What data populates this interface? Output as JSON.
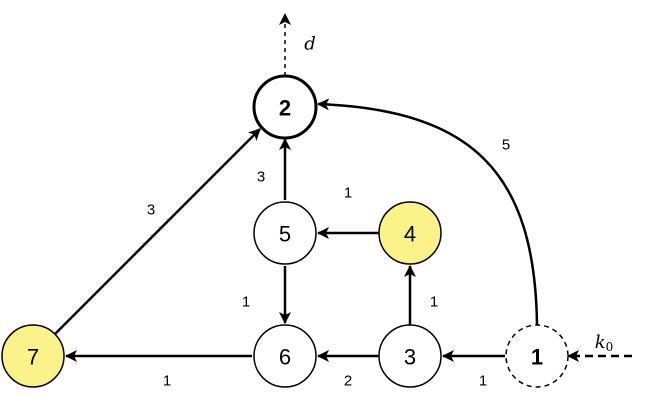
{
  "nodes": [
    {
      "id": "1",
      "label": "1",
      "fill": "#ffffff",
      "style": "dashed",
      "bold": true
    },
    {
      "id": "2",
      "label": "2",
      "fill": "#ffffff",
      "style": "thick",
      "bold": true
    },
    {
      "id": "3",
      "label": "3",
      "fill": "#ffffff",
      "style": "solid",
      "bold": false
    },
    {
      "id": "4",
      "label": "4",
      "fill": "#fbf28a",
      "style": "solid",
      "bold": false
    },
    {
      "id": "5",
      "label": "5",
      "fill": "#ffffff",
      "style": "solid",
      "bold": false
    },
    {
      "id": "6",
      "label": "6",
      "fill": "#ffffff",
      "style": "solid",
      "bold": false
    },
    {
      "id": "7",
      "label": "7",
      "fill": "#fbf28a",
      "style": "solid",
      "bold": false
    }
  ],
  "edges": [
    {
      "from": "1",
      "to": "3",
      "weight": "1"
    },
    {
      "from": "3",
      "to": "6",
      "weight": "2"
    },
    {
      "from": "3",
      "to": "4",
      "weight": "1"
    },
    {
      "from": "4",
      "to": "5",
      "weight": "1"
    },
    {
      "from": "5",
      "to": "6",
      "weight": "1"
    },
    {
      "from": "5",
      "to": "2",
      "weight": "3"
    },
    {
      "from": "6",
      "to": "7",
      "weight": "1"
    },
    {
      "from": "7",
      "to": "2",
      "weight": "3"
    },
    {
      "from": "1",
      "to": "2",
      "weight": "5"
    }
  ],
  "external": {
    "input_label": "k",
    "input_subscript": "0",
    "output_label": "d"
  },
  "colors": {
    "highlight": "#fbf28a",
    "stroke": "#000000"
  }
}
